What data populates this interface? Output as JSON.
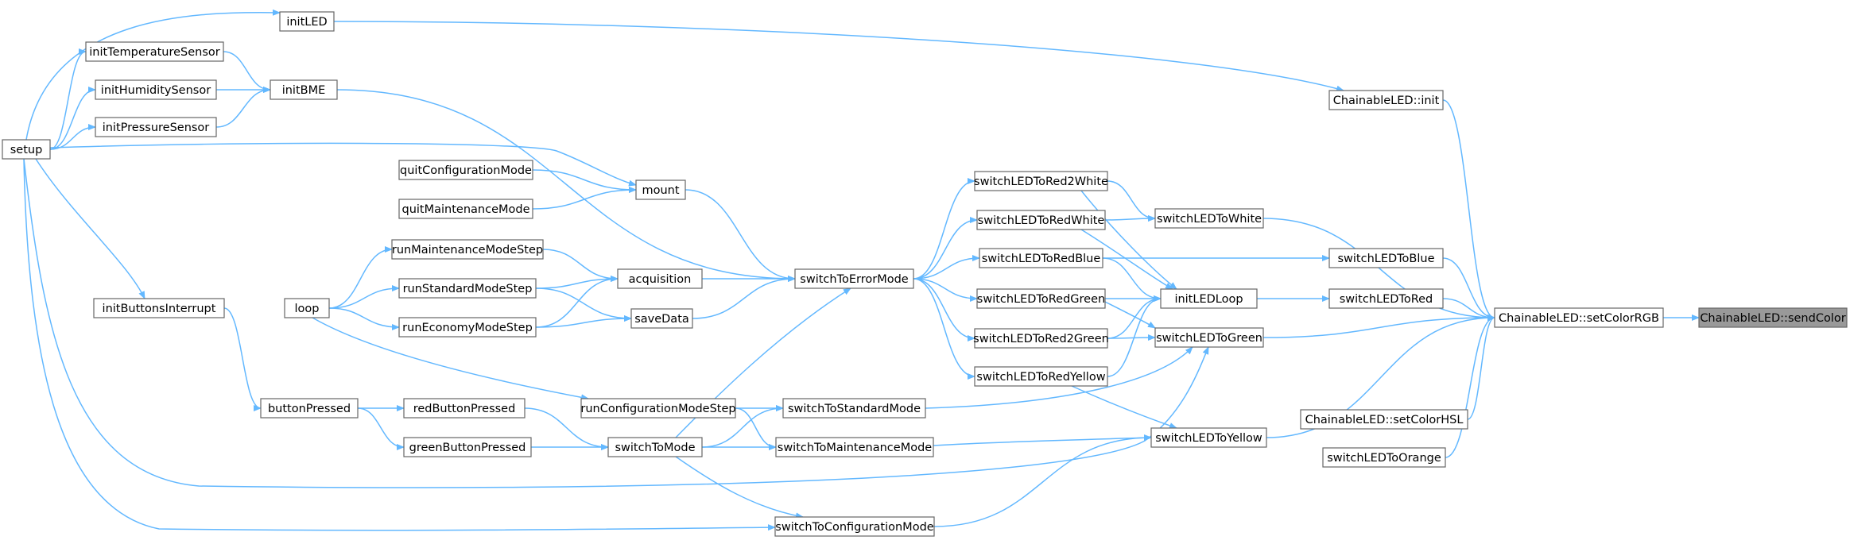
{
  "nodes": {
    "sendColor": "ChainableLED::sendColor",
    "setColorRGB": "ChainableLED::setColorRGB",
    "init": "ChainableLED::init",
    "setColorHSL": "ChainableLED::setColorHSL",
    "switchLEDToOrange": "switchLEDToOrange",
    "switchLEDToBlue": "switchLEDToBlue",
    "switchLEDToRed": "switchLEDToRed",
    "switchLEDToWhite": "switchLEDToWhite",
    "initLEDLoop": "initLEDLoop",
    "switchLEDToGreen": "switchLEDToGreen",
    "switchLEDToYellow": "switchLEDToYellow",
    "switchLEDToRed2White": "switchLEDToRed2White",
    "switchLEDToRedWhite": "switchLEDToRedWhite",
    "switchLEDToRedBlue": "switchLEDToRedBlue",
    "switchLEDToRedGreen": "switchLEDToRedGreen",
    "switchLEDToRed2Green": "switchLEDToRed2Green",
    "switchLEDToRedYellow": "switchLEDToRedYellow",
    "switchToErrorMode": "switchToErrorMode",
    "switchToStandardMode": "switchToStandardMode",
    "switchToMaintenanceMode": "switchToMaintenanceMode",
    "switchToConfigurationMode": "switchToConfigurationMode",
    "runConfigurationModeStep": "runConfigurationModeStep",
    "switchToMode": "switchToMode",
    "mount": "mount",
    "acquisition": "acquisition",
    "saveData": "saveData",
    "quitConfigurationMode": "quitConfigurationMode",
    "quitMaintenanceMode": "quitMaintenanceMode",
    "runMaintenanceModeStep": "runMaintenanceModeStep",
    "runStandardModeStep": "runStandardModeStep",
    "runEconomyModeStep": "runEconomyModeStep",
    "redButtonPressed": "redButtonPressed",
    "greenButtonPressed": "greenButtonPressed",
    "buttonPressed": "buttonPressed",
    "loop": "loop",
    "initButtonsInterrupt": "initButtonsInterrupt",
    "initLED": "initLED",
    "initBME": "initBME",
    "initTemperatureSensor": "initTemperatureSensor",
    "initHumiditySensor": "initHumiditySensor",
    "initPressureSensor": "initPressureSensor",
    "setup": "setup"
  },
  "highlighted_node": "sendColor",
  "edges": [
    [
      "setColorRGB",
      "sendColor"
    ],
    [
      "init",
      "setColorRGB"
    ],
    [
      "switchLEDToWhite",
      "setColorRGB"
    ],
    [
      "switchLEDToBlue",
      "setColorRGB"
    ],
    [
      "switchLEDToRed",
      "setColorRGB"
    ],
    [
      "switchLEDToGreen",
      "setColorRGB"
    ],
    [
      "switchLEDToYellow",
      "setColorRGB"
    ],
    [
      "setColorHSL",
      "setColorRGB"
    ],
    [
      "switchLEDToOrange",
      "setColorRGB"
    ],
    [
      "initLED",
      "init"
    ],
    [
      "switchLEDToRed2White",
      "switchLEDToWhite"
    ],
    [
      "switchLEDToRedWhite",
      "switchLEDToWhite"
    ],
    [
      "switchLEDToRedBlue",
      "switchLEDToBlue"
    ],
    [
      "initLEDLoop",
      "switchLEDToRed"
    ],
    [
      "switchLEDToRed2White",
      "initLEDLoop"
    ],
    [
      "switchLEDToRedWhite",
      "initLEDLoop"
    ],
    [
      "switchLEDToRedBlue",
      "initLEDLoop"
    ],
    [
      "switchLEDToRedGreen",
      "initLEDLoop"
    ],
    [
      "switchLEDToRed2Green",
      "initLEDLoop"
    ],
    [
      "switchLEDToRedYellow",
      "initLEDLoop"
    ],
    [
      "switchLEDToRedGreen",
      "switchLEDToGreen"
    ],
    [
      "switchLEDToRed2Green",
      "switchLEDToGreen"
    ],
    [
      "switchToStandardMode",
      "switchLEDToGreen"
    ],
    [
      "setup",
      "switchLEDToGreen"
    ],
    [
      "switchLEDToRedYellow",
      "switchLEDToYellow"
    ],
    [
      "switchToMaintenanceMode",
      "switchLEDToYellow"
    ],
    [
      "switchToConfigurationMode",
      "switchLEDToYellow"
    ],
    [
      "switchToErrorMode",
      "switchLEDToRed2White"
    ],
    [
      "switchToErrorMode",
      "switchLEDToRedWhite"
    ],
    [
      "switchToErrorMode",
      "switchLEDToRedBlue"
    ],
    [
      "switchToErrorMode",
      "switchLEDToRedGreen"
    ],
    [
      "switchToErrorMode",
      "switchLEDToRed2Green"
    ],
    [
      "switchToErrorMode",
      "switchLEDToRedYellow"
    ],
    [
      "initBME",
      "switchToErrorMode"
    ],
    [
      "mount",
      "switchToErrorMode"
    ],
    [
      "acquisition",
      "switchToErrorMode"
    ],
    [
      "saveData",
      "switchToErrorMode"
    ],
    [
      "switchToMode",
      "switchToErrorMode"
    ],
    [
      "runConfigurationModeStep",
      "switchToStandardMode"
    ],
    [
      "switchToMode",
      "switchToStandardMode"
    ],
    [
      "runConfigurationModeStep",
      "switchToMaintenanceMode"
    ],
    [
      "switchToMode",
      "switchToMaintenanceMode"
    ],
    [
      "switchToMode",
      "switchToConfigurationMode"
    ],
    [
      "setup",
      "switchToConfigurationMode"
    ],
    [
      "loop",
      "runConfigurationModeStep"
    ],
    [
      "redButtonPressed",
      "switchToMode"
    ],
    [
      "greenButtonPressed",
      "switchToMode"
    ],
    [
      "setup",
      "mount"
    ],
    [
      "quitConfigurationMode",
      "mount"
    ],
    [
      "quitMaintenanceMode",
      "mount"
    ],
    [
      "runMaintenanceModeStep",
      "acquisition"
    ],
    [
      "runStandardModeStep",
      "acquisition"
    ],
    [
      "runEconomyModeStep",
      "acquisition"
    ],
    [
      "runStandardModeStep",
      "saveData"
    ],
    [
      "runEconomyModeStep",
      "saveData"
    ],
    [
      "loop",
      "runMaintenanceModeStep"
    ],
    [
      "loop",
      "runStandardModeStep"
    ],
    [
      "loop",
      "runEconomyModeStep"
    ],
    [
      "buttonPressed",
      "redButtonPressed"
    ],
    [
      "buttonPressed",
      "greenButtonPressed"
    ],
    [
      "initButtonsInterrupt",
      "buttonPressed"
    ],
    [
      "setup",
      "initButtonsInterrupt"
    ],
    [
      "setup",
      "initLED"
    ],
    [
      "setup",
      "initTemperatureSensor"
    ],
    [
      "setup",
      "initHumiditySensor"
    ],
    [
      "setup",
      "initPressureSensor"
    ],
    [
      "initTemperatureSensor",
      "initBME"
    ],
    [
      "initHumiditySensor",
      "initBME"
    ],
    [
      "initPressureSensor",
      "initBME"
    ]
  ]
}
